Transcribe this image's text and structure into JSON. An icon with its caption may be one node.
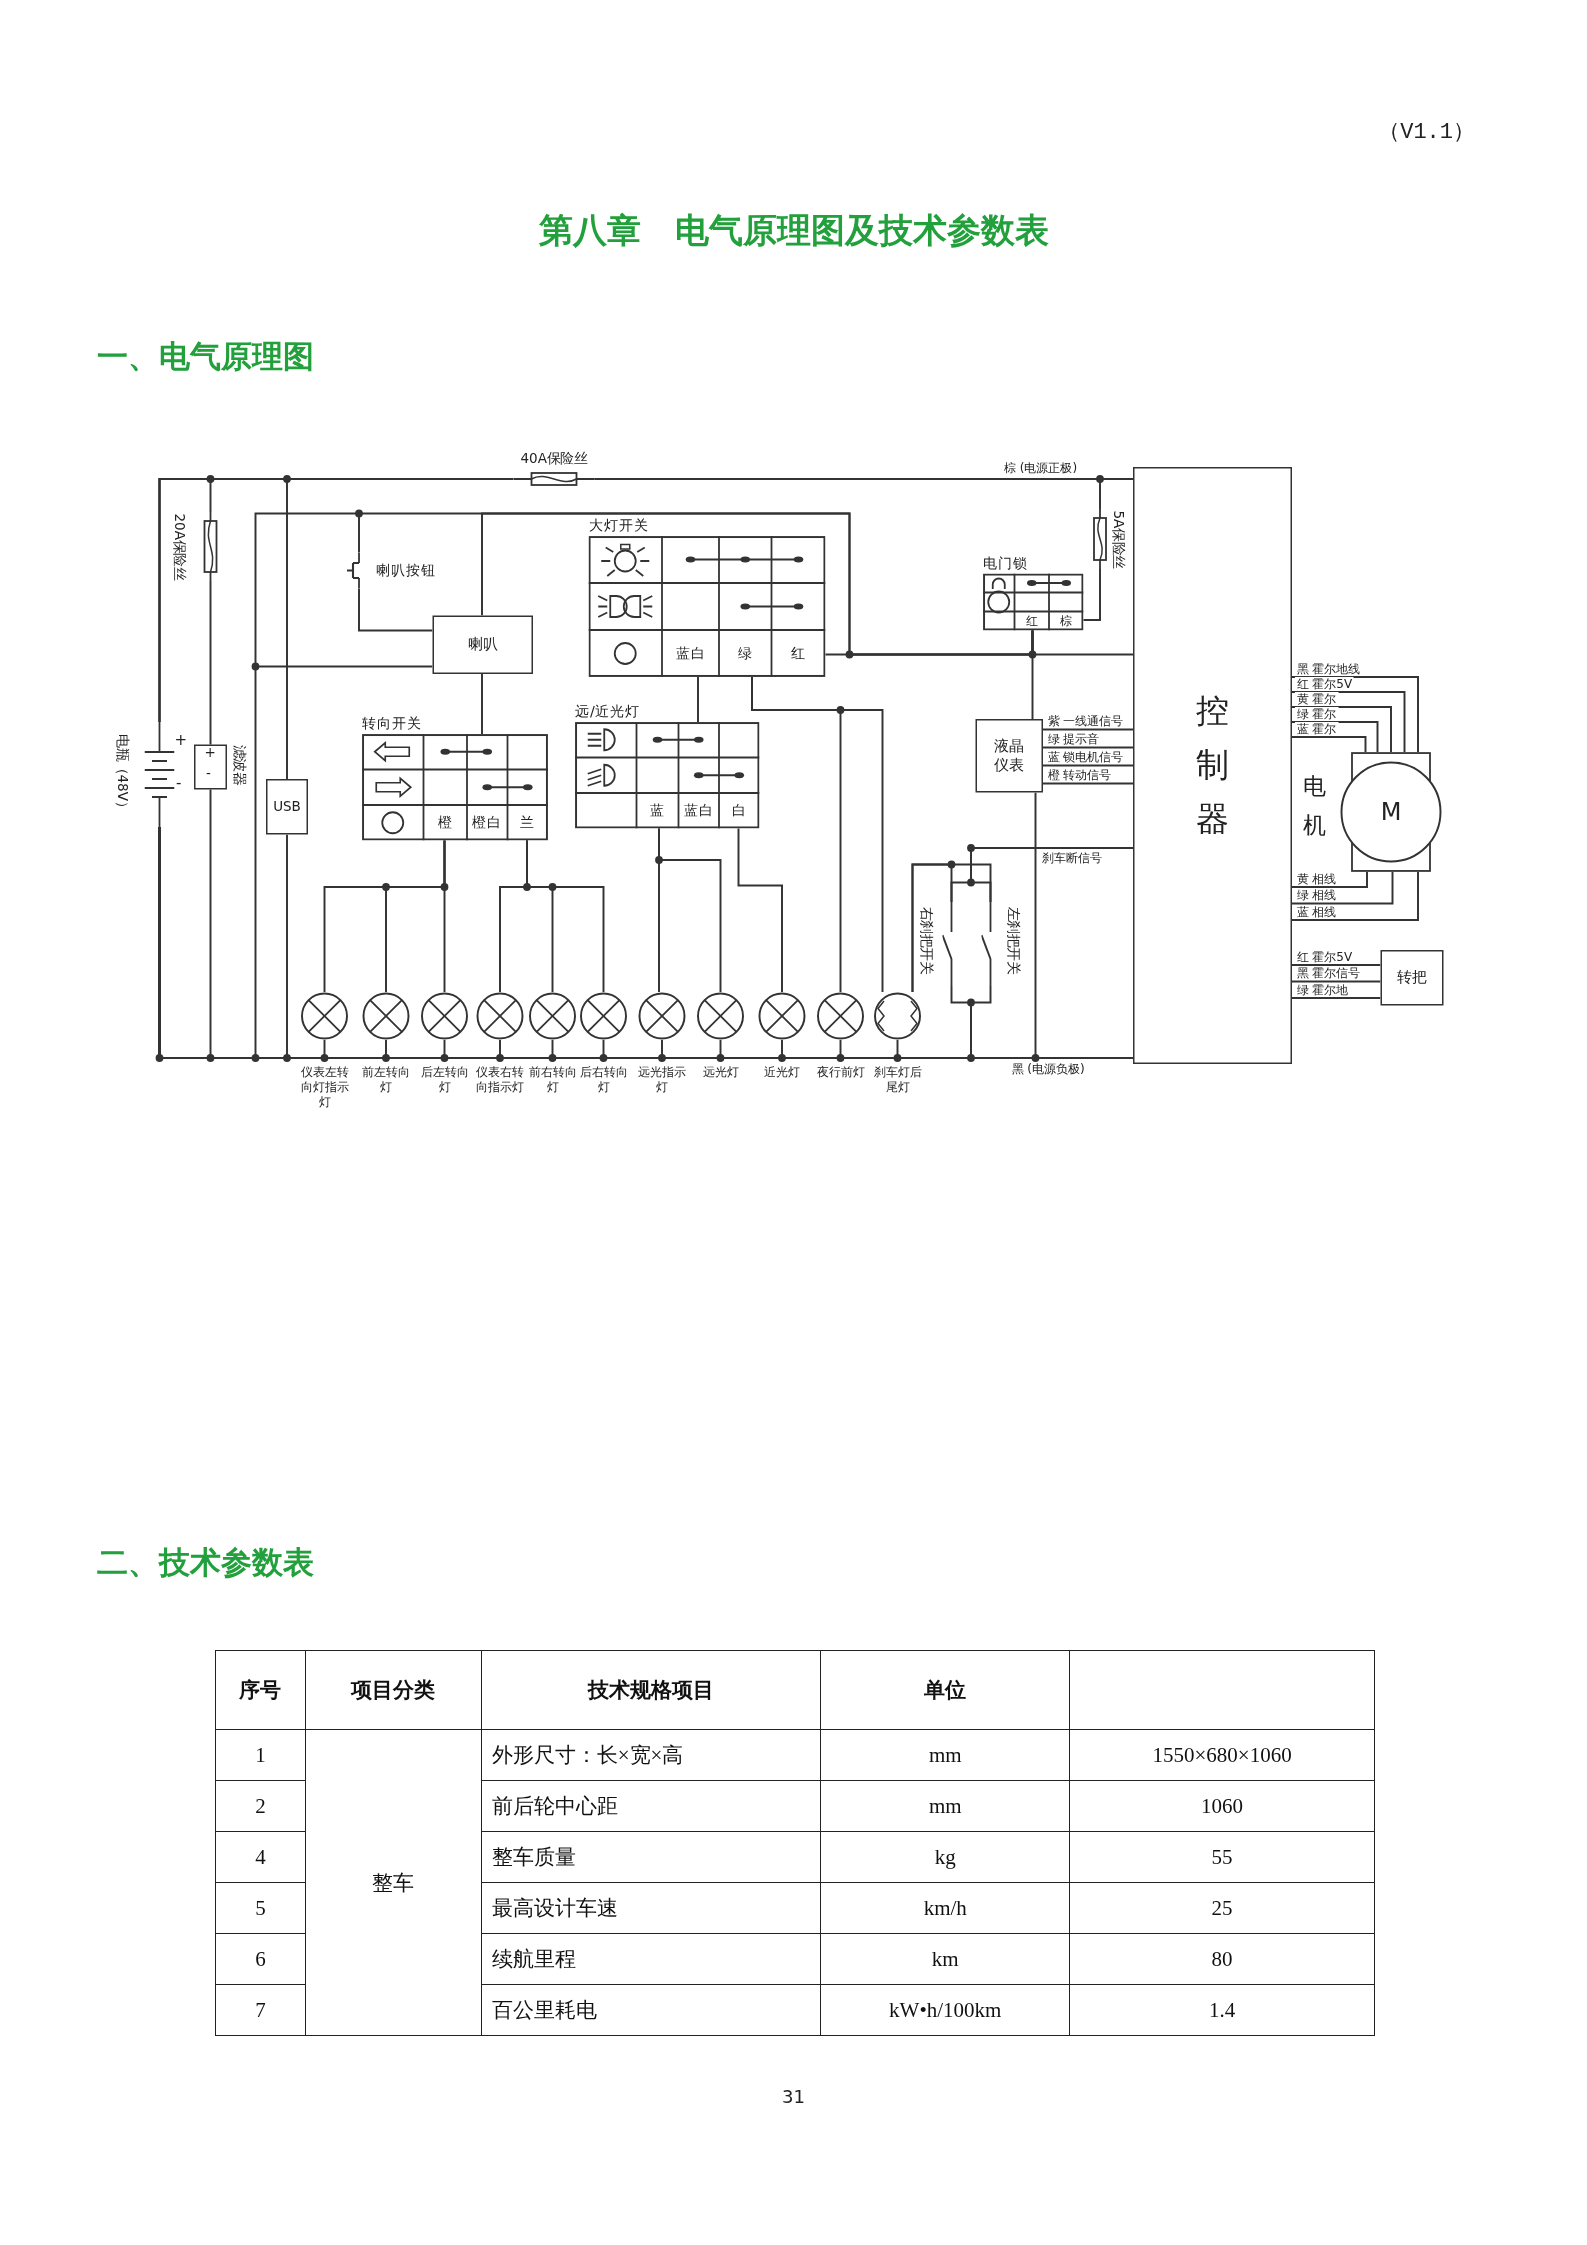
{
  "diagram": {
    "title": "第八章　电气原理图及技术参数表",
    "nodes": [
      {
        "text": [
          "电瓶（48V）"
        ]
      },
      {
        "text": [
          "20A保险丝"
        ]
      },
      {
        "text": [
          "滤波器"
        ]
      },
      {
        "text": [
          "40A保险丝"
        ]
      },
      {
        "text": [
          "喇叭按钮"
        ]
      },
      {
        "text": [
          "喇叭"
        ]
      },
      {
        "text": [
          "USB"
        ]
      },
      {
        "text": [
          "大灯开关",
          "蓝白",
          "绿",
          "红"
        ]
      },
      {
        "text": [
          "转向开关",
          "橙",
          "橙白",
          "兰"
        ]
      },
      {
        "text": [
          "远/近光灯",
          "蓝",
          "蓝白",
          "白"
        ]
      },
      {
        "text": [
          "电门锁",
          "红",
          "棕"
        ]
      },
      {
        "text": [
          "5A保险丝"
        ]
      },
      {
        "text": [
          "液晶仪表"
        ]
      },
      {
        "text": [
          "控制器"
        ]
      },
      {
        "text": [
          "电机",
          "M"
        ]
      },
      {
        "text": [
          "转把"
        ]
      },
      {
        "text": [],
        "shape": "circle",
        "beside": [
          "仪表左转向灯指示灯"
        ]
      },
      {
        "text": [],
        "shape": "circle",
        "beside": [
          "前左转向灯"
        ]
      },
      {
        "text": [],
        "shape": "circle",
        "beside": [
          "后左转向灯"
        ]
      },
      {
        "text": [],
        "shape": "circle",
        "beside": [
          "仪表右转向指示灯"
        ]
      },
      {
        "text": [],
        "shape": "circle",
        "beside": [
          "前右转向灯"
        ]
      },
      {
        "text": [],
        "shape": "circle",
        "beside": [
          "后右转向灯"
        ]
      },
      {
        "text": [],
        "shape": "circle",
        "beside": [
          "远光指示灯"
        ]
      },
      {
        "text": [],
        "shape": "circle",
        "beside": [
          "远光灯"
        ]
      },
      {
        "text": [],
        "shape": "circle",
        "beside": [
          "近光灯"
        ]
      },
      {
        "text": [],
        "shape": "circle",
        "beside": [
          "夜行前灯"
        ]
      },
      {
        "text": [],
        "shape": "circle",
        "beside": [
          "刹车灯后尾灯"
        ]
      },
      {
        "text": [
          "右刹把开关"
        ]
      },
      {
        "text": [
          "左刹把开关"
        ]
      }
    ],
    "edges": [
      {
        "from": 0,
        "to": 3,
        "arrow": "none"
      },
      {
        "from": 3,
        "to": 13,
        "arrow": "none",
        "label": "棕 (电源正极)"
      },
      {
        "from": 0,
        "to": 1,
        "arrow": "none"
      },
      {
        "from": 1,
        "to": 2,
        "arrow": "none"
      },
      {
        "from": 2,
        "to": 0,
        "arrow": "none"
      },
      {
        "from": 0,
        "to": 6,
        "arrow": "none"
      },
      {
        "from": 6,
        "to": 0,
        "arrow": "none"
      },
      {
        "from": 3,
        "to": 11,
        "arrow": "none"
      },
      {
        "from": 11,
        "to": 10,
        "arrow": "none"
      },
      {
        "from": 10,
        "to": 13,
        "arrow": "none"
      },
      {
        "from": 10,
        "to": 7,
        "arrow": "none"
      },
      {
        "from": 10,
        "to": 12,
        "arrow": "none"
      },
      {
        "from": 10,
        "to": 5,
        "arrow": "none"
      },
      {
        "from": 10,
        "to": 4,
        "arrow": "none"
      },
      {
        "from": 4,
        "to": 5,
        "arrow": "none"
      },
      {
        "from": 5,
        "to": 0,
        "arrow": "none"
      },
      {
        "from": 5,
        "to": 8,
        "arrow": "none"
      },
      {
        "from": 8,
        "to": 16,
        "arrow": "none"
      },
      {
        "from": 8,
        "to": 17,
        "arrow": "none"
      },
      {
        "from": 8,
        "to": 18,
        "arrow": "none"
      },
      {
        "from": 8,
        "to": 19,
        "arrow": "none"
      },
      {
        "from": 8,
        "to": 20,
        "arrow": "none"
      },
      {
        "from": 8,
        "to": 21,
        "arrow": "none"
      },
      {
        "from": 7,
        "to": 9,
        "arrow": "none"
      },
      {
        "from": 7,
        "to": 25,
        "arrow": "none"
      },
      {
        "from": 7,
        "to": 26,
        "arrow": "none"
      },
      {
        "from": 9,
        "to": 22,
        "arrow": "none"
      },
      {
        "from": 9,
        "to": 23,
        "arrow": "none"
      },
      {
        "from": 9,
        "to": 24,
        "arrow": "none"
      },
      {
        "from": 26,
        "to": 27,
        "arrow": "none"
      },
      {
        "from": 26,
        "to": 28,
        "arrow": "none"
      },
      {
        "from": 27,
        "to": 13,
        "arrow": "none",
        "label": "刹车断信号"
      },
      {
        "from": 28,
        "to": 13,
        "arrow": "none"
      },
      {
        "from": 27,
        "to": 0,
        "arrow": "none"
      },
      {
        "from": 28,
        "to": 0,
        "arrow": "none"
      },
      {
        "from": 0,
        "to": 13,
        "arrow": "none",
        "label": "黑 (电源负极)"
      },
      {
        "from": 16,
        "to": 0,
        "arrow": "none"
      },
      {
        "from": 17,
        "to": 0,
        "arrow": "none"
      },
      {
        "from": 18,
        "to": 0,
        "arrow": "none"
      },
      {
        "from": 19,
        "to": 0,
        "arrow": "none"
      },
      {
        "from": 20,
        "to": 0,
        "arrow": "none"
      },
      {
        "from": 21,
        "to": 0,
        "arrow": "none"
      },
      {
        "from": 22,
        "to": 0,
        "arrow": "none"
      },
      {
        "from": 23,
        "to": 0,
        "arrow": "none"
      },
      {
        "from": 24,
        "to": 0,
        "arrow": "none"
      },
      {
        "from": 25,
        "to": 0,
        "arrow": "none"
      },
      {
        "from": 26,
        "to": 0,
        "arrow": "none"
      },
      {
        "from": 12,
        "to": 0,
        "arrow": "none"
      },
      {
        "from": 12,
        "to": 13,
        "arrow": "none",
        "label": "紫 一线通信号"
      },
      {
        "from": 12,
        "to": 13,
        "arrow": "none",
        "label": "绿 提示音"
      },
      {
        "from": 12,
        "to": 13,
        "arrow": "none",
        "label": "蓝 锁电机信号"
      },
      {
        "from": 12,
        "to": 13,
        "arrow": "none",
        "label": "橙 转动信号"
      },
      {
        "from": 13,
        "to": 14,
        "arrow": "none",
        "label": "黑 霍尔地线"
      },
      {
        "from": 13,
        "to": 14,
        "arrow": "none",
        "label": "红 霍尔5V"
      },
      {
        "from": 13,
        "to": 14,
        "arrow": "none",
        "label": "黄 霍尔"
      },
      {
        "from": 13,
        "to": 14,
        "arrow": "none",
        "label": "绿 霍尔"
      },
      {
        "from": 13,
        "to": 14,
        "arrow": "none",
        "label": "蓝 霍尔"
      },
      {
        "from": 13,
        "to": 14,
        "arrow": "none",
        "label": "黄 相线"
      },
      {
        "from": 13,
        "to": 14,
        "arrow": "none",
        "label": "绿 相线"
      },
      {
        "from": 13,
        "to": 14,
        "arrow": "none",
        "label": "蓝 相线"
      },
      {
        "from": 13,
        "to": 15,
        "arrow": "none",
        "label": "红 霍尔5V"
      },
      {
        "from": 13,
        "to": 15,
        "arrow": "none",
        "label": "黑 霍尔信号"
      },
      {
        "from": 13,
        "to": 15,
        "arrow": "none",
        "label": "绿 霍尔地"
      }
    ],
    "labels": [
      "（V1.1）",
      "一、电气原理图",
      "+",
      "-",
      "+",
      "-",
      "二、技术参数表",
      "序号",
      "项目分类",
      "技术规格项目",
      "单位",
      "1",
      "整车",
      "外形尺寸：长×宽×高",
      "mm",
      "1550×680×1060",
      "2",
      "前后轮中心距",
      "mm",
      "1060",
      "4",
      "整车质量",
      "kg",
      "55",
      "5",
      "最高设计车速",
      "km/h",
      "25",
      "6",
      "续航里程",
      "km",
      "80",
      "7",
      "百公里耗电",
      "kW•h/100km",
      "1.4",
      "31"
    ]
  }
}
